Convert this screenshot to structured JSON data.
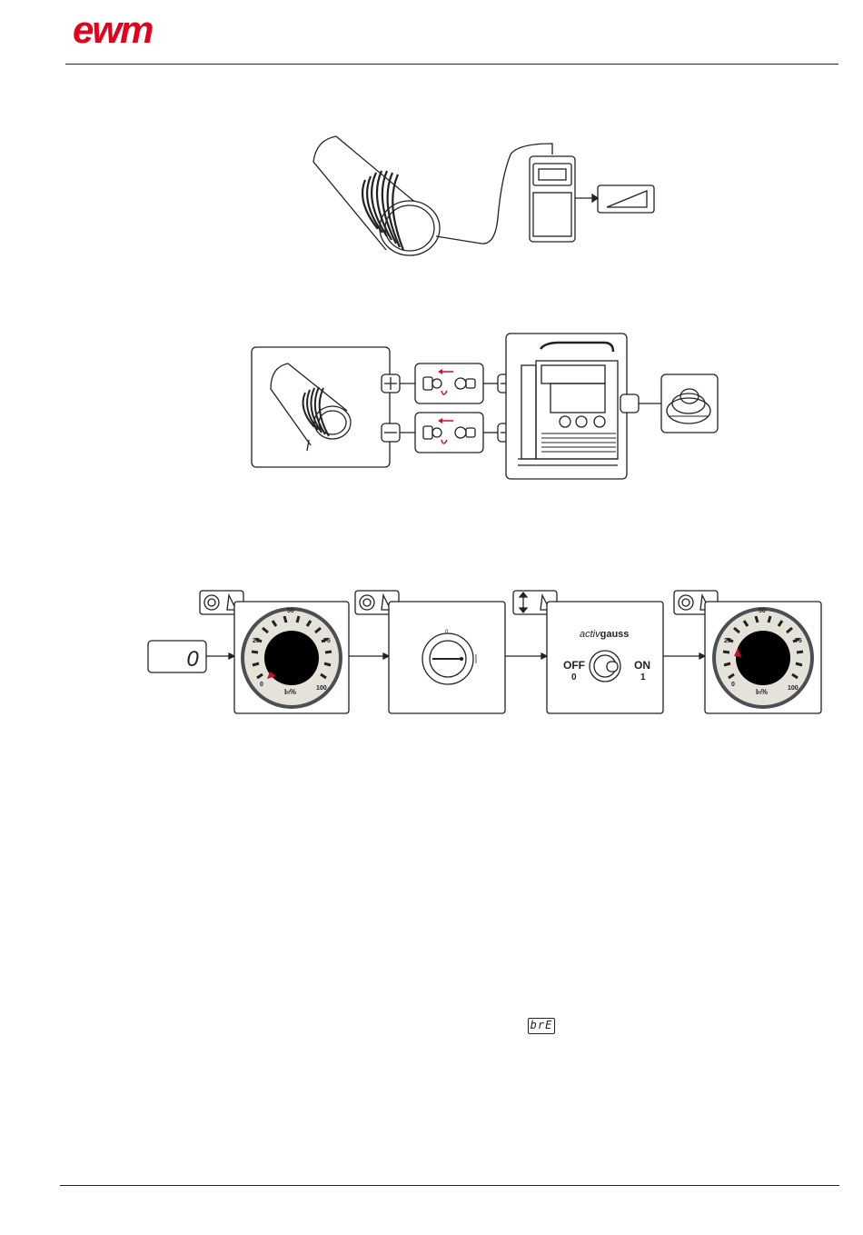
{
  "header": {
    "logo_text": "ewm"
  },
  "figure3": {
    "display_value": "0",
    "dial_scale": [
      "0",
      "25",
      "50",
      "75",
      "100"
    ],
    "dial_unit": "I",
    "dial_unit_sub": "H",
    "dial_unit_suffix": "%",
    "switch_mark": "0",
    "brand_prefix": "activ",
    "brand_suffix": "gauss",
    "off_label": "OFF",
    "off_value": "0",
    "on_label": "ON",
    "on_value": "1"
  },
  "body": {
    "mode_display": "brE"
  },
  "colors": {
    "ink": "#1d1d1b",
    "brand_red": "#e2001a",
    "dial_face": "#e5e2da",
    "dial_ring": "#4b4f53",
    "pointer_red": "#c8102e"
  }
}
